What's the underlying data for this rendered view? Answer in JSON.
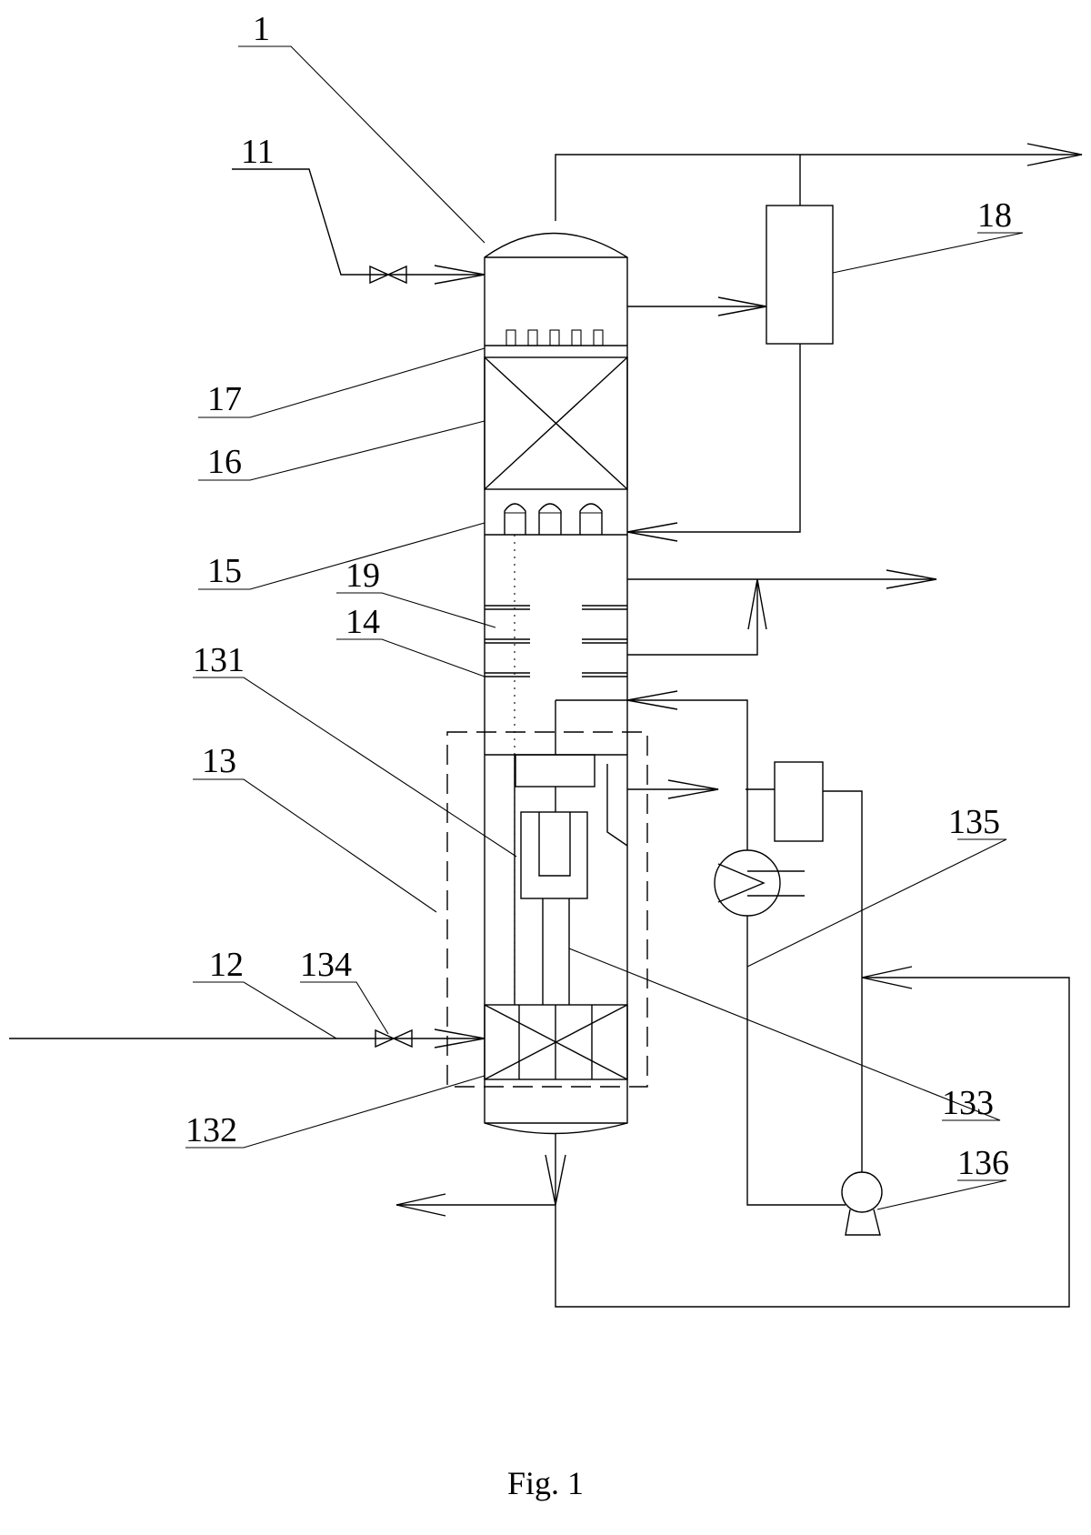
{
  "labels": {
    "l1": "1",
    "l11": "11",
    "l12": "12",
    "l13": "13",
    "l14": "14",
    "l15": "15",
    "l16": "16",
    "l17": "17",
    "l18": "18",
    "l19": "19",
    "l131": "131",
    "l132": "132",
    "l133": "133",
    "l134": "134",
    "l135": "135",
    "l136": "136"
  },
  "caption": "Fig. 1"
}
